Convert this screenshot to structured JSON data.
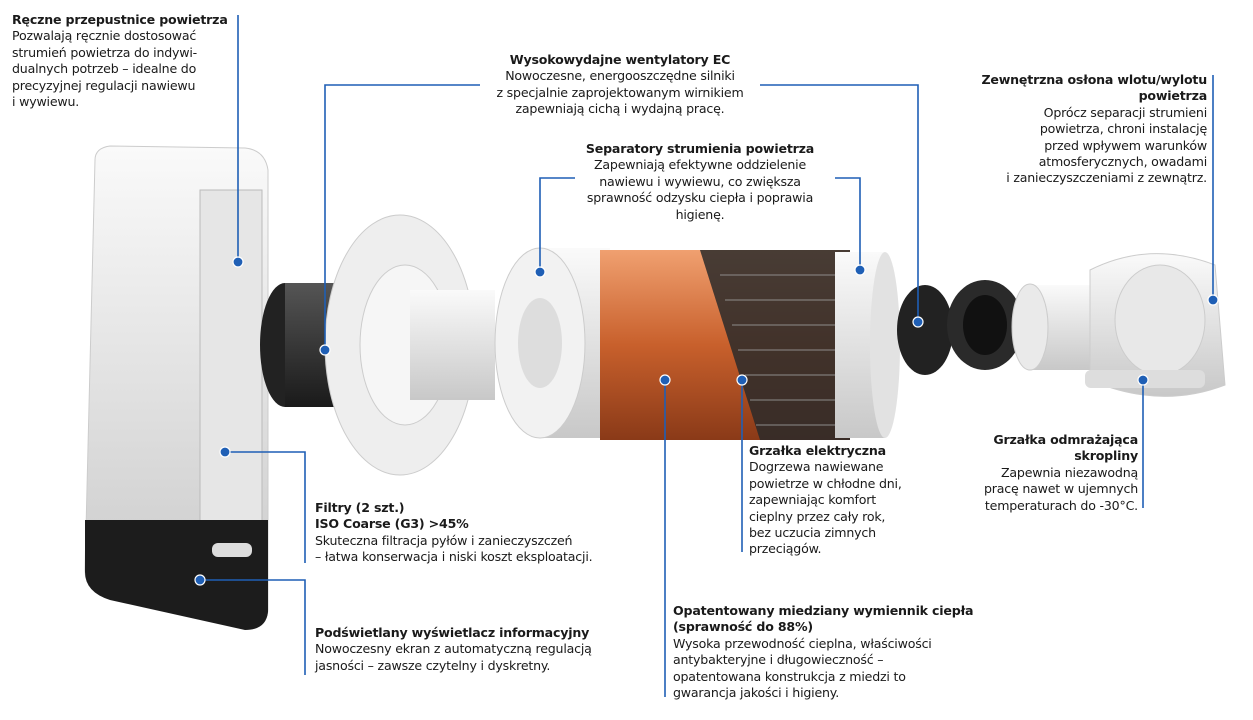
{
  "accent_color": "#1f5fb5",
  "callouts": [
    {
      "title": "Ręczne przepustnice powietrza",
      "body": "Pozwalają ręcznie dostosować\nstrumień powietrza do indywi-\ndualnych potrzeb – idealne do\nprecyzyjnej regulacji nawiewu\ni wywiewu."
    },
    {
      "title": "Wysokowydajne wentylatory EC",
      "body": "Nowoczesne, energooszczędne silniki\nz specjalnie zaprojektowanym wirnikiem\nzapewniają cichą i wydajną pracę."
    },
    {
      "title": "Separatory strumienia powietrza",
      "body": "Zapewniają efektywne oddzielenie\nnawiewu i wywiewu, co zwiększa\nsprawność odzysku ciepła i poprawia\nhigienę."
    },
    {
      "title": "Zewnętrzna osłona wlotu/wylotu\npowietrza",
      "body": "Oprócz separacji strumieni\npowietrza, chroni instalację\nprzed wpływem warunków\natmosferycznych, owadami\ni zanieczyszczeniami z zewnątrz."
    },
    {
      "title": "Grzałka elektryczna",
      "body": "Dogrzewa nawiewane\npowietrze w chłodne dni,\nzapewniając komfort\ncieplny przez cały rok,\nbez uczucia zimnych\nprzeciągów."
    },
    {
      "title": "Grzałka odmrażająca\nskropliny",
      "body": "Zapewnia niezawodną\npracę nawet w ujemnych\ntemperaturach do -30°C."
    },
    {
      "title": "Filtry (2 szt.)\nISO Coarse (G3) >45%",
      "body": "Skuteczna filtracja pyłów i zanieczyszczeń\n– łatwa konserwacja i niski koszt eksploatacji."
    },
    {
      "title": "Podświetlany wyświetlacz informacyjny",
      "body": "Nowoczesny ekran z automatyczną regulacją\njasności – zawsze czytelny i dyskretny."
    },
    {
      "title": "Opatentowany miedziany wymiennik ciepła\n(sprawność do 88%)",
      "body": "Wysoka przewodność cieplna, właściwości\nantybakteryjne i długowieczność –\nopatentowana konstrukcja z miedzi to\ngwarancja jakości i higieny."
    }
  ]
}
